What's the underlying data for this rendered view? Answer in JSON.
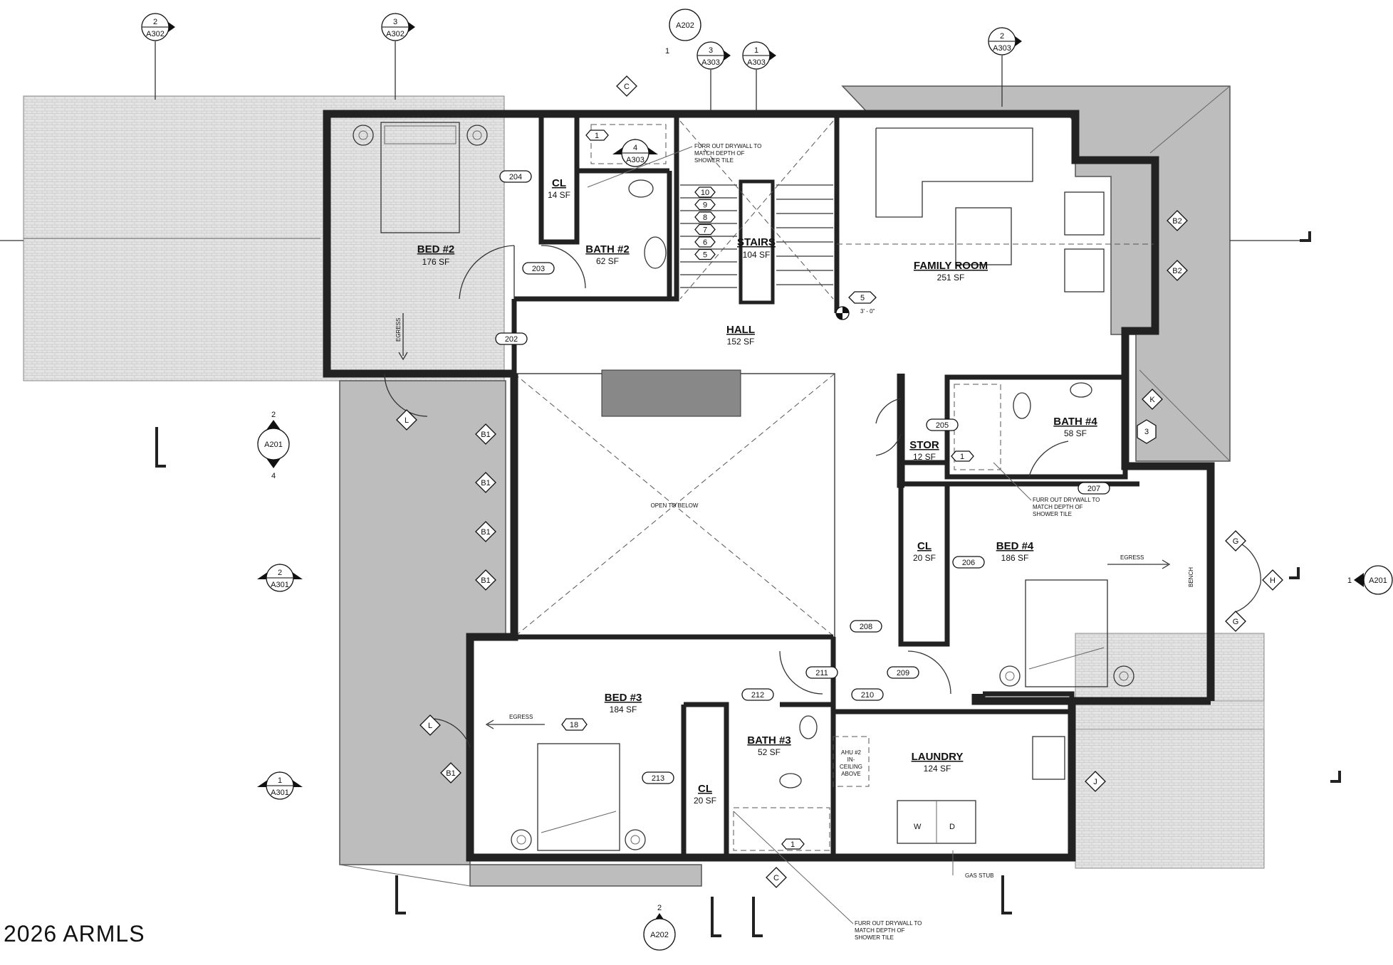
{
  "rooms": {
    "bed2": {
      "name": "BED #2",
      "area": "176 SF"
    },
    "cl_204": {
      "name": "CL",
      "area": "14 SF"
    },
    "bath2": {
      "name": "BATH #2",
      "area": "62 SF"
    },
    "stairs": {
      "name": "STAIRS",
      "area": "104 SF"
    },
    "family": {
      "name": "FAMILY ROOM",
      "area": "251 SF"
    },
    "hall": {
      "name": "HALL",
      "area": "152 SF"
    },
    "bath4": {
      "name": "BATH #4",
      "area": "58 SF"
    },
    "stor": {
      "name": "STOR",
      "area": "12 SF"
    },
    "cl_206": {
      "name": "CL",
      "area": "20 SF"
    },
    "bed4": {
      "name": "BED #4",
      "area": "186 SF"
    },
    "bed3": {
      "name": "BED #3",
      "area": "184 SF"
    },
    "bath3": {
      "name": "BATH #3",
      "area": "52 SF"
    },
    "cl_213": {
      "name": "CL",
      "area": "20 SF"
    },
    "laundry": {
      "name": "LAUNDRY",
      "area": "124 SF"
    }
  },
  "door_tags": {
    "d202": "202",
    "d203": "203",
    "d204": "204",
    "d205": "205",
    "d206": "206",
    "d207": "207",
    "d208": "208",
    "d209": "209",
    "d210": "210",
    "d211": "211",
    "d212": "212",
    "d213": "213"
  },
  "stair_steps": [
    "10",
    "9",
    "8",
    "7",
    "6",
    "5"
  ],
  "window_tags": {
    "b1": "B1",
    "b2": "B2",
    "l": "L",
    "k": "K",
    "g": "G",
    "h": "H",
    "j": "J",
    "c": "C"
  },
  "misc_tags": {
    "one": "1",
    "three": "3",
    "five": "5",
    "eighteen": "18",
    "level": "3' - 0\""
  },
  "section_marks": {
    "a302_2": {
      "num": "2",
      "sheet": "A302"
    },
    "a302_3": {
      "num": "3",
      "sheet": "A302"
    },
    "a303_3": {
      "num": "3",
      "sheet": "A303"
    },
    "a303_1": {
      "num": "1",
      "sheet": "A303"
    },
    "a303_2": {
      "num": "2",
      "sheet": "A303"
    },
    "a303_4": {
      "num": "4",
      "sheet": "A303"
    },
    "a301_2": {
      "num": "2",
      "sheet": "A301"
    },
    "a301_1": {
      "num": "1",
      "sheet": "A301"
    },
    "a202_top": {
      "num": "1",
      "sheet": "A202"
    },
    "a202_bot": {
      "num": "2",
      "sheet": "A202"
    },
    "a201_left": {
      "num_top": "2",
      "num_bot": "4",
      "sheet": "A201"
    },
    "a201_right": {
      "num": "1",
      "sheet": "A201"
    }
  },
  "notes": {
    "furr_top_1": "FURR OUT DRYWALL TO",
    "furr_top_2": "MATCH DEPTH OF",
    "furr_top_3": "SHOWER TILE",
    "open_below": "OPEN TO BELOW",
    "egress": "EGRESS",
    "bench": "BENCH",
    "ahu_1": "AHU #2",
    "ahu_2": "IN-",
    "ahu_3": "CEILING",
    "ahu_4": "ABOVE",
    "gas_stub": "GAS STUB",
    "washer": "W",
    "dryer": "D"
  },
  "copyright": "2026 ARMLS"
}
